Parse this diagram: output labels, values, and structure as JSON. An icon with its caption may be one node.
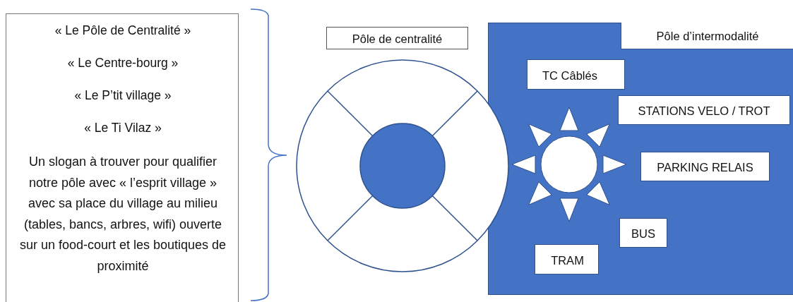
{
  "diagram": {
    "nodes": [
      {
        "text": [
          "« Le Pôle de Centralité »",
          "« Le Centre-bourg »",
          "« Le P’tit village »",
          "« Le Ti Vilaz »",
          "Un slogan à trouver pour qualifier notre pôle avec « l’esprit village » avec sa place du village au milieu (tables, bancs, arbres, wifi) ouverte sur un food-court et les boutiques de proximité"
        ]
      },
      {
        "text": [
          "Pôle de centralité"
        ]
      },
      {
        "text": [],
        "shape": "box"
      },
      {
        "text": [
          "Pôle d’intermodalité"
        ],
        "in": 2
      },
      {
        "text": [
          "TC Câblés"
        ],
        "in": 2
      },
      {
        "text": [
          "STATIONS VELO / TROT"
        ],
        "in": 2
      },
      {
        "text": [
          "PARKING RELAIS"
        ],
        "in": 2
      },
      {
        "text": [
          "BUS"
        ],
        "in": 2
      },
      {
        "text": [
          "TRAM"
        ],
        "in": 2
      }
    ]
  }
}
